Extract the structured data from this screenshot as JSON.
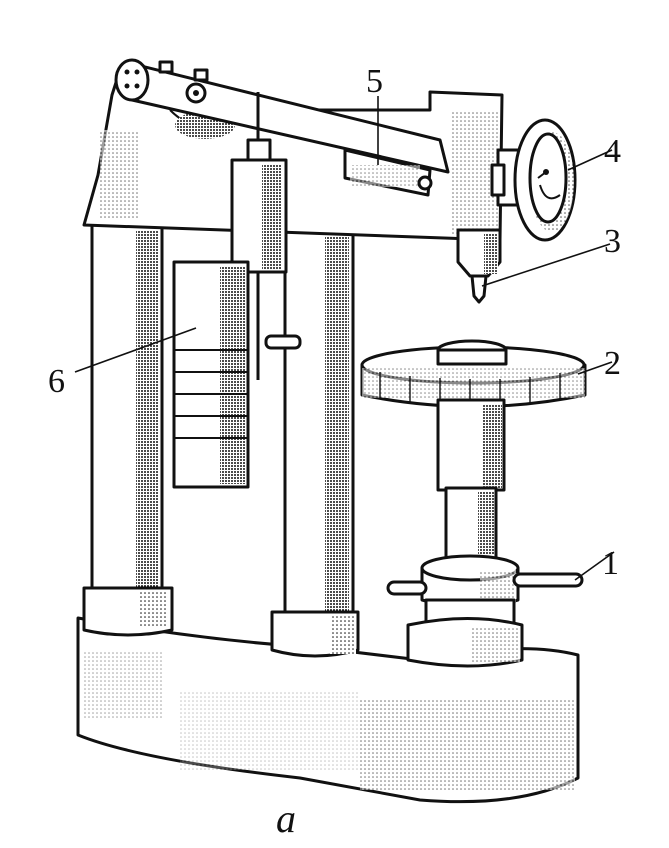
{
  "labels": {
    "l1": "1",
    "l2": "2",
    "l3": "3",
    "l4": "4",
    "l5": "5",
    "l6": "6"
  },
  "caption": "a",
  "colors": {
    "ink": "#111111",
    "paper": "#ffffff"
  }
}
